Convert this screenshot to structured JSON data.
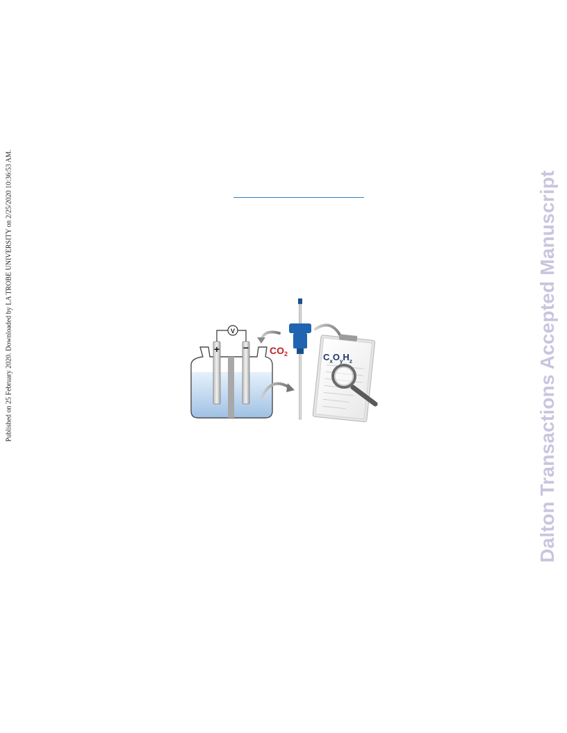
{
  "side_note": "Published on 25 February 2020. Downloaded by LA TROBE UNIVERSITY on 2/25/2020 10:36:53 AM.",
  "watermark": "Dalton Transactions Accepted Manuscript",
  "figure": {
    "voltmeter_label": "V",
    "anode_sign": "+",
    "cathode_sign": "−",
    "co2": {
      "main": "CO",
      "sub": "2"
    },
    "product": {
      "c": "C",
      "x": "x",
      "o": "O",
      "y": "y",
      "h": "H",
      "z": "z"
    }
  },
  "colors": {
    "watermark": "#c9c5df",
    "link_rule": "#2e7bc4",
    "co2_red": "#c0202a",
    "product_navy": "#1f3a66",
    "syringe_blue": "#1e64b0",
    "electrolyte_blue": "#a9c8e8"
  },
  "icons": [
    "arrow-icon",
    "magnifier-icon",
    "clipboard-icon",
    "syringe-icon",
    "electrochemical-cell-icon",
    "voltmeter-icon"
  ]
}
